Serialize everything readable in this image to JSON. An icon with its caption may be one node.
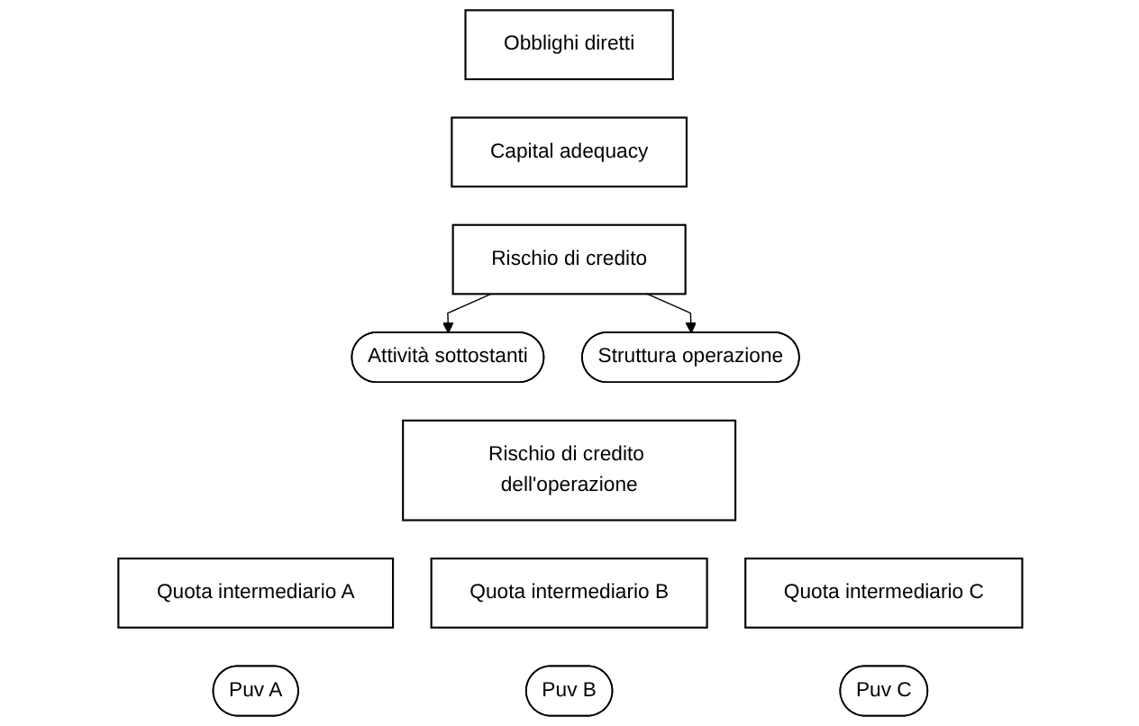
{
  "diagram": {
    "nodes": [
      {
        "text": [
          "Obblighi diretti"
        ]
      },
      {
        "text": [
          "Capital adequacy"
        ]
      },
      {
        "text": [
          "Rischio di credito"
        ]
      },
      {
        "text": [
          "Attività sottostanti"
        ]
      },
      {
        "text": [
          "Struttura operazione"
        ]
      },
      {
        "text": [
          "Rischio di credito dell'operazione"
        ]
      },
      {
        "text": [
          "Quota intermediario A"
        ]
      },
      {
        "text": [
          "Quota intermediario B"
        ]
      },
      {
        "text": [
          "Quota intermediario C"
        ]
      },
      {
        "text": [
          "Puv A"
        ]
      },
      {
        "text": [
          "Puv B"
        ]
      },
      {
        "text": [
          "Puv C"
        ]
      }
    ],
    "edges": [
      {
        "from": 2,
        "to": 3,
        "arrow": "to"
      },
      {
        "from": 2,
        "to": 4,
        "arrow": "to"
      }
    ]
  }
}
